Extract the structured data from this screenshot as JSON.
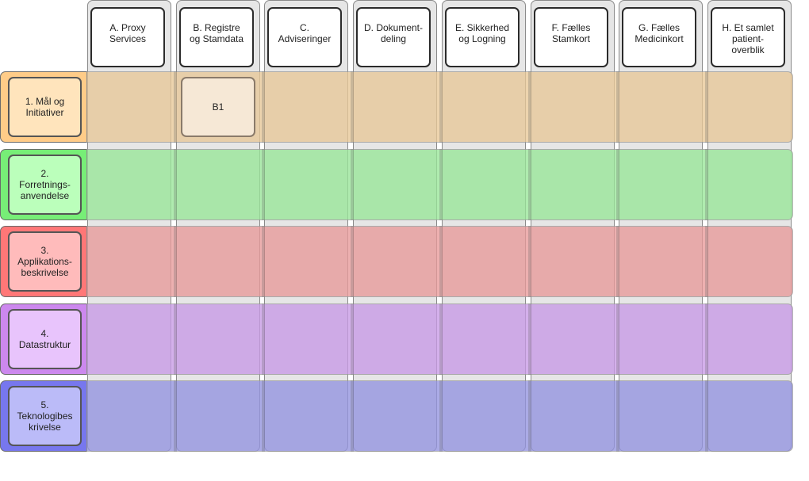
{
  "columns": [
    {
      "label": "A. Proxy\nServices"
    },
    {
      "label": "B. Registre\nog Stamdata"
    },
    {
      "label": "C.\nAdviseringer"
    },
    {
      "label": "D. Dokument-\ndeling"
    },
    {
      "label": "E. Sikkerhed\nog Logning"
    },
    {
      "label": "F. Fælles\nStamkort"
    },
    {
      "label": "G. Fælles\nMedicinkort"
    },
    {
      "label": "H. Et samlet\npatient-\noverblik"
    }
  ],
  "rows": [
    {
      "label": "1. Mål og\nInitiativer",
      "tab_color": "#ffcc88",
      "band_color": "#e8c898",
      "label_color": "#ffe4bc"
    },
    {
      "label": "2.\nForretnings-\nanvendelse",
      "tab_color": "#77ee77",
      "band_color": "#99e699",
      "label_color": "#bbffbb"
    },
    {
      "label": "3.\nApplikations-\nbeskrivelse",
      "tab_color": "#ff7777",
      "band_color": "#e89a9a",
      "label_color": "#ffbbbb"
    },
    {
      "label": "4.\nDatastruktur",
      "tab_color": "#cc88ee",
      "band_color": "#c89ae6",
      "label_color": "#e8c4fc"
    },
    {
      "label": "5.\nTeknologibes\nkrivelse",
      "tab_color": "#7777ee",
      "band_color": "#9494e0",
      "label_color": "#bbbbf8"
    }
  ],
  "cells": [
    {
      "label": "B1",
      "row": 0,
      "col": 1
    }
  ]
}
